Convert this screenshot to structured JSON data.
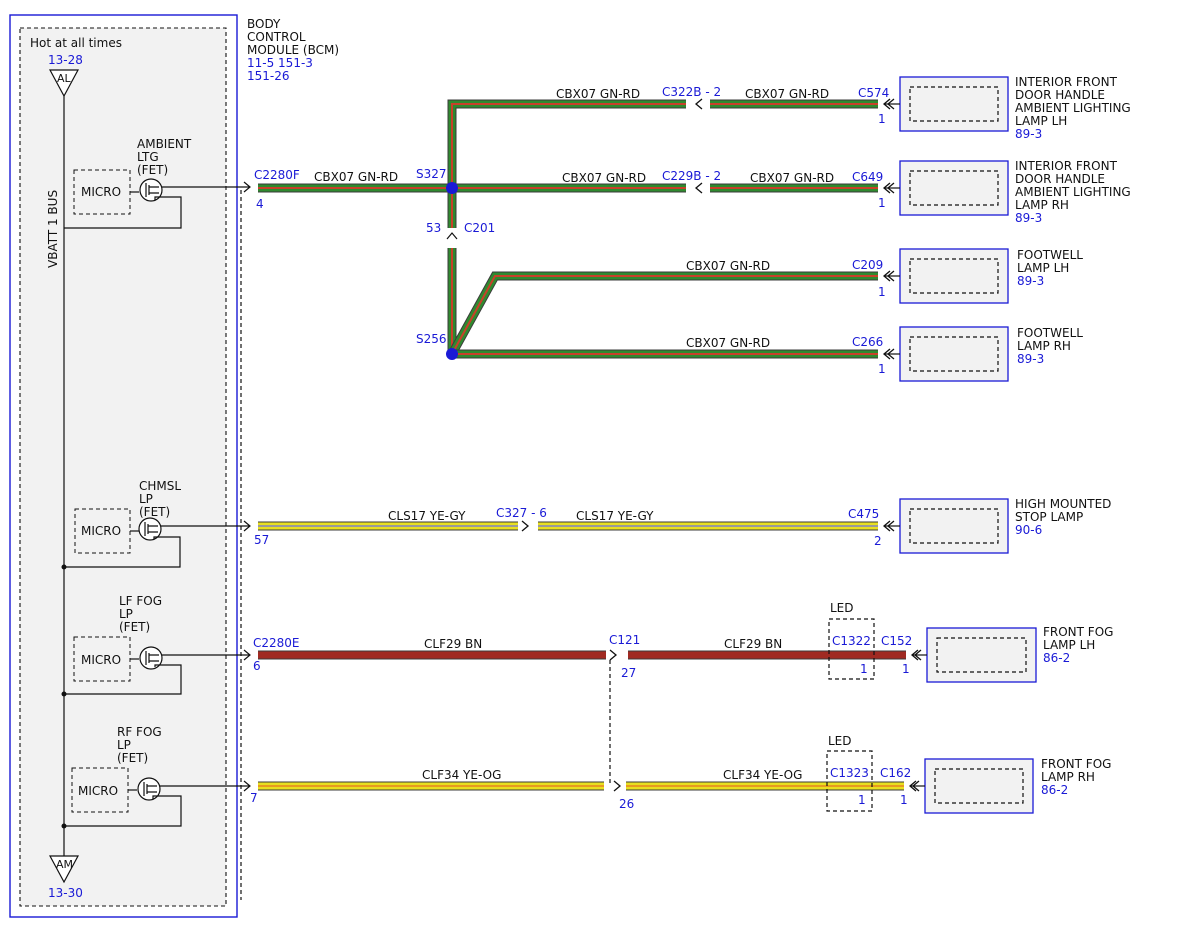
{
  "module": {
    "name_lines": [
      "BODY",
      "CONTROL",
      "MODULE (BCM)"
    ],
    "refs": [
      "11-5  151-3",
      "151-26"
    ],
    "hot_label": "Hot at all times",
    "bus_label": "VBATT 1 BUS",
    "top_ref": "13-28",
    "top_tag": "AL",
    "bottom_ref": "13-30",
    "bottom_tag": "AM"
  },
  "drivers": [
    {
      "name_lines": [
        "AMBIENT",
        "LTG",
        "(FET)"
      ],
      "micro": "MICRO"
    },
    {
      "name_lines": [
        "CHMSL",
        "LP",
        "(FET)"
      ],
      "micro": "MICRO"
    },
    {
      "name_lines": [
        "LF FOG",
        "LP",
        "(FET)"
      ],
      "micro": "MICRO"
    },
    {
      "name_lines": [
        "RF FOG",
        "LP",
        "(FET)"
      ],
      "micro": "MICRO"
    }
  ],
  "colors": {
    "gn_rd_fill": "#2f8a2f",
    "gn_rd_stripe": "#c8402a",
    "ye_gy_fill": "#e8e020",
    "ye_gy_stripe": "#9a9a9a",
    "bn_fill": "#a02a22",
    "ye_og_fill": "#e8e020",
    "ye_og_stripe": "#e89a20",
    "ref_blue": "#1a1ad6"
  },
  "circuits": {
    "ambient": {
      "bcm_connector": "C2280F",
      "bcm_pin": "4",
      "label_main": "CBX07   GN-RD",
      "splice_top": "S327",
      "splice_bottom": "S256",
      "c201_connector": "C201",
      "c201_pin": "53",
      "branches": [
        {
          "circuit1": "CBX07   GN-RD",
          "inline": "C322B",
          "inline_pin": "2",
          "circuit2": "CBX07   GN-RD",
          "connector": "C574",
          "pin": "1",
          "component_lines": [
            "INTERIOR FRONT",
            "DOOR HANDLE",
            "AMBIENT LIGHTING",
            "LAMP LH"
          ],
          "component_ref": "89-3"
        },
        {
          "circuit1": "CBX07   GN-RD",
          "inline": "C229B",
          "inline_pin": "2",
          "circuit2": "CBX07   GN-RD",
          "connector": "C649",
          "pin": "1",
          "component_lines": [
            "INTERIOR FRONT",
            "DOOR HANDLE",
            "AMBIENT LIGHTING",
            "LAMP RH"
          ],
          "component_ref": "89-3"
        },
        {
          "circuit2": "CBX07   GN-RD",
          "connector": "C209",
          "pin": "1",
          "component_lines": [
            "FOOTWELL",
            "LAMP LH"
          ],
          "component_ref": "89-3"
        },
        {
          "circuit2": "CBX07   GN-RD",
          "connector": "C266",
          "pin": "1",
          "component_lines": [
            "FOOTWELL",
            "LAMP RH"
          ],
          "component_ref": "89-3"
        }
      ]
    },
    "chmsl": {
      "bcm_pin": "57",
      "circuit1": "CLS17   YE-GY",
      "inline": "C327",
      "inline_pin": "6",
      "circuit2": "CLS17   YE-GY",
      "connector": "C475",
      "pin": "2",
      "component_lines": [
        "HIGH MOUNTED",
        "STOP LAMP"
      ],
      "component_ref": "90-6"
    },
    "lf_fog": {
      "bcm_connector": "C2280E",
      "bcm_pin": "6",
      "circuit1": "CLF29   BN",
      "inline": "C121",
      "inline_pin": "27",
      "circuit2": "CLF29   BN",
      "led_label": "LED",
      "led_connector": "C1322",
      "led_pin": "1",
      "connector": "C152",
      "pin": "1",
      "component_lines": [
        "FRONT FOG",
        "LAMP LH"
      ],
      "component_ref": "86-2"
    },
    "rf_fog": {
      "bcm_pin": "7",
      "circuit1": "CLF34   YE-OG",
      "inline_pin": "26",
      "circuit2": "CLF34   YE-OG",
      "led_label": "LED",
      "led_connector": "C1323",
      "led_pin": "1",
      "connector": "C162",
      "pin": "1",
      "component_lines": [
        "FRONT FOG",
        "LAMP RH"
      ],
      "component_ref": "86-2"
    }
  }
}
